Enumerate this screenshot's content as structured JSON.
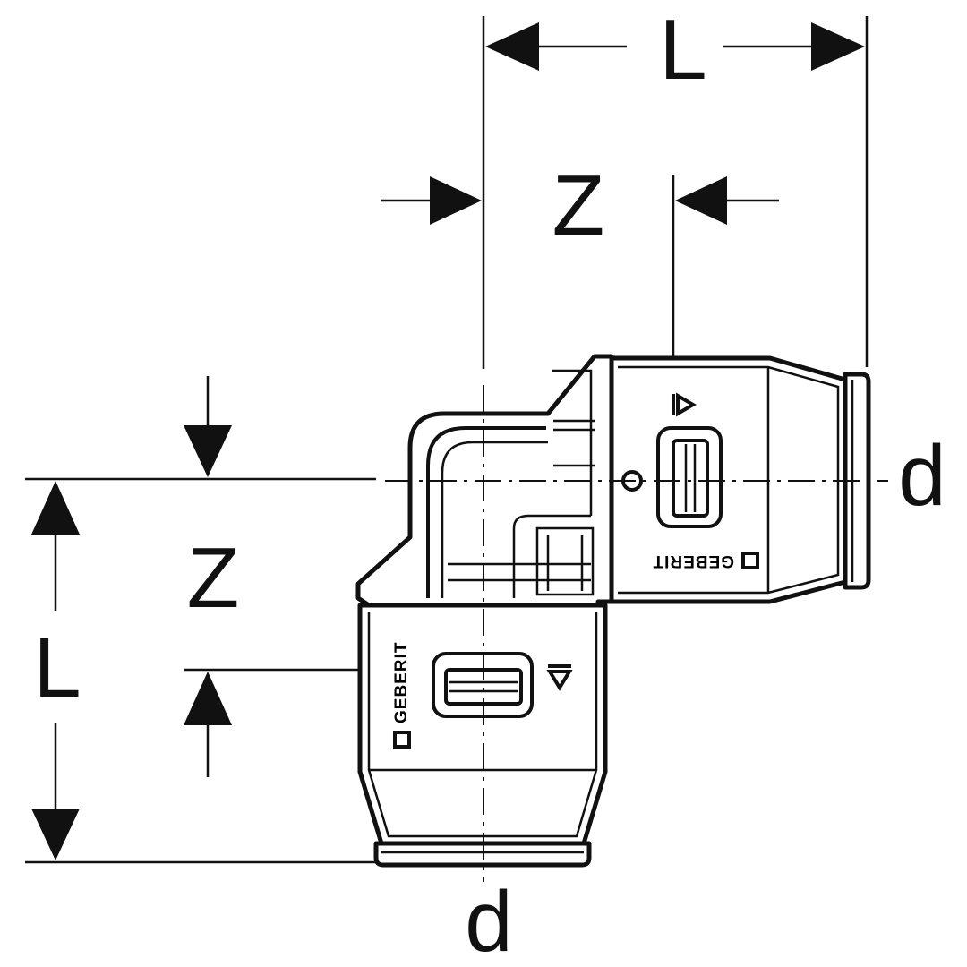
{
  "drawing": {
    "dimensions": {
      "length_top": "L",
      "length_left": "L",
      "offset_top": "Z",
      "offset_left": "Z",
      "diameter_right": "d",
      "diameter_bottom": "d"
    },
    "brand": {
      "horizontal_leg": "GEBERIT",
      "vertical_leg": "GEBERIT"
    },
    "colors": {
      "line": "#111111",
      "background": "#ffffff"
    }
  }
}
